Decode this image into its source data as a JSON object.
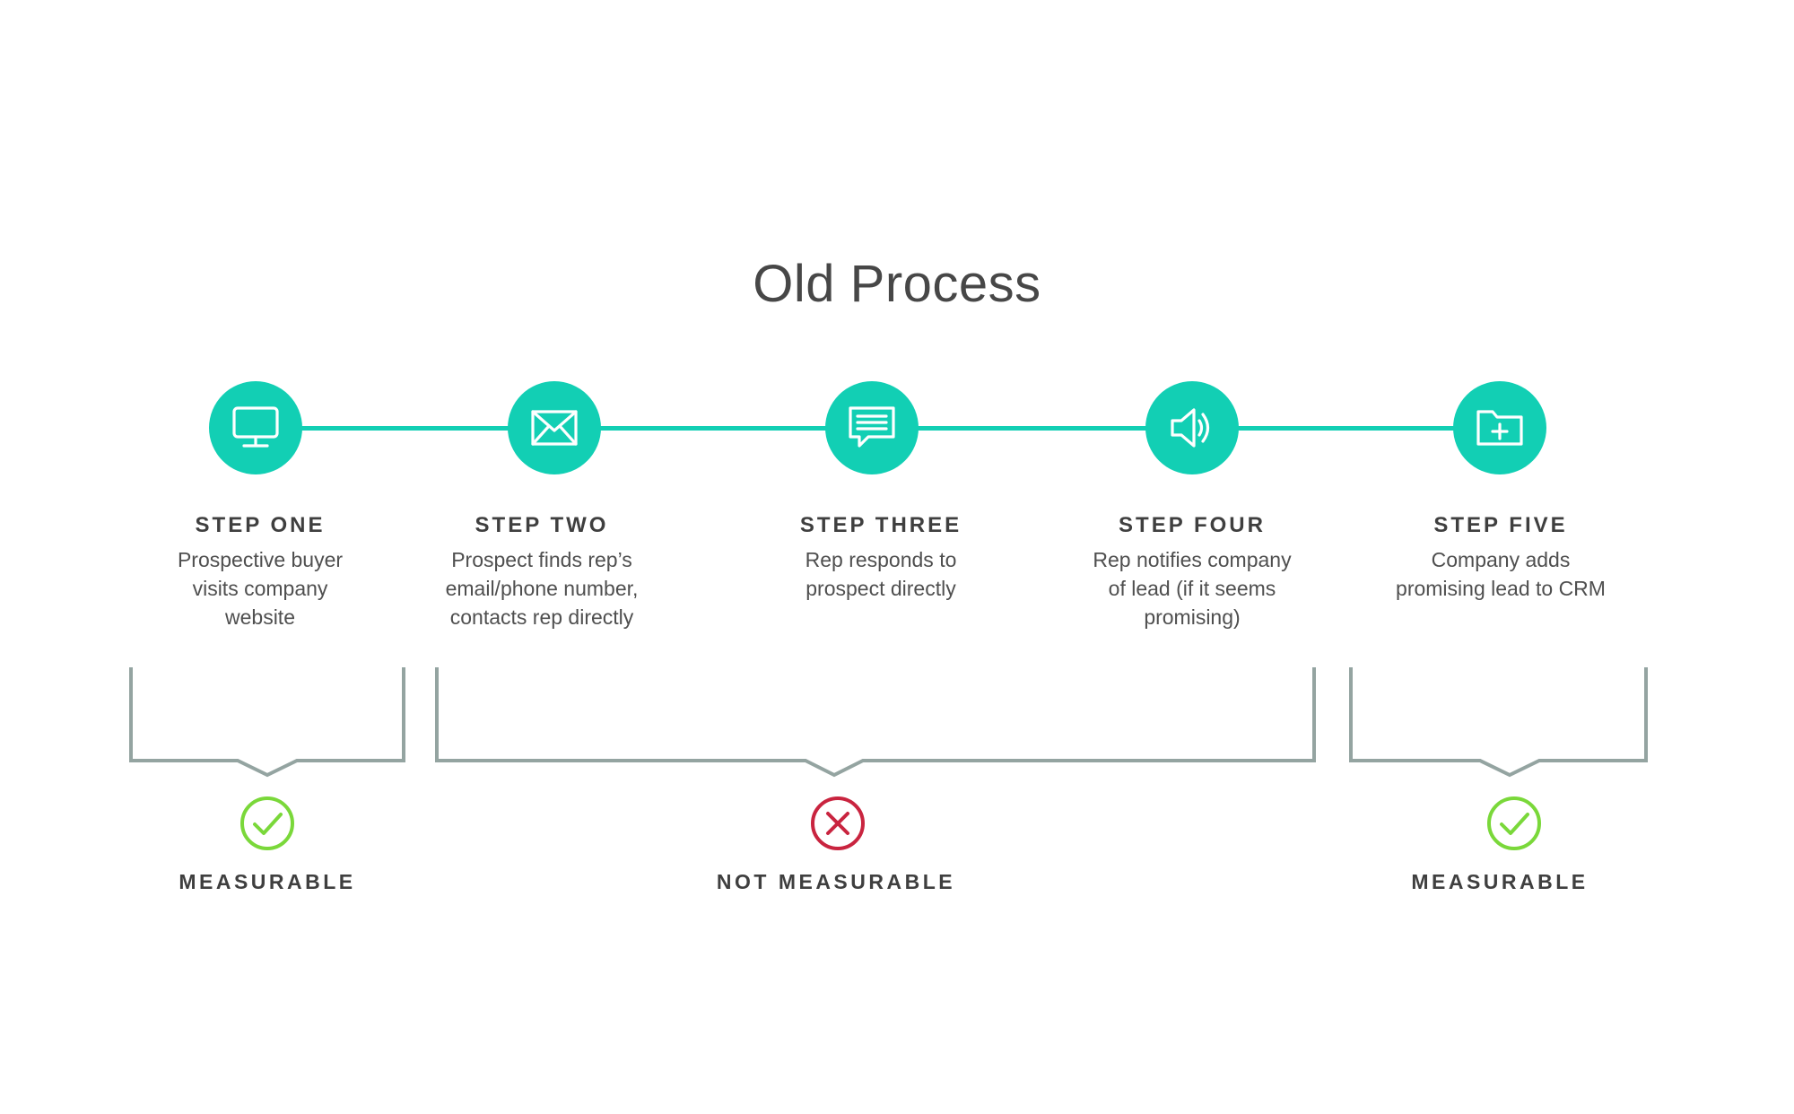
{
  "title": "Old Process",
  "colors": {
    "accent": "#12cfb4",
    "bracket": "#94a4a1",
    "measurable": "#7ad83a",
    "not_measurable": "#c9243f",
    "heading_text": "#3f3f3f",
    "body_text": "#4f4f4f"
  },
  "steps": [
    {
      "icon": "monitor-icon",
      "label": "STEP ONE",
      "desc_lines": [
        "Prospective buyer",
        "visits company",
        "website"
      ]
    },
    {
      "icon": "envelope-icon",
      "label": "STEP TWO",
      "desc_lines": [
        "Prospect finds rep’s",
        "email/phone number,",
        "contacts rep directly"
      ]
    },
    {
      "icon": "chat-bubble-icon",
      "label": "STEP THREE",
      "desc_lines": [
        "Rep responds to",
        "prospect directly"
      ]
    },
    {
      "icon": "speaker-icon",
      "label": "STEP FOUR",
      "desc_lines": [
        "Rep notifies company",
        "of lead (if it seems",
        "promising)"
      ]
    },
    {
      "icon": "folder-add-icon",
      "label": "STEP FIVE",
      "desc_lines": [
        "Company adds",
        "promising lead to CRM"
      ]
    }
  ],
  "outcomes": [
    {
      "icon": "check-circle-icon",
      "label": "MEASURABLE"
    },
    {
      "icon": "x-circle-icon",
      "label": "NOT MEASURABLE"
    },
    {
      "icon": "check-circle-icon",
      "label": "MEASURABLE"
    }
  ]
}
